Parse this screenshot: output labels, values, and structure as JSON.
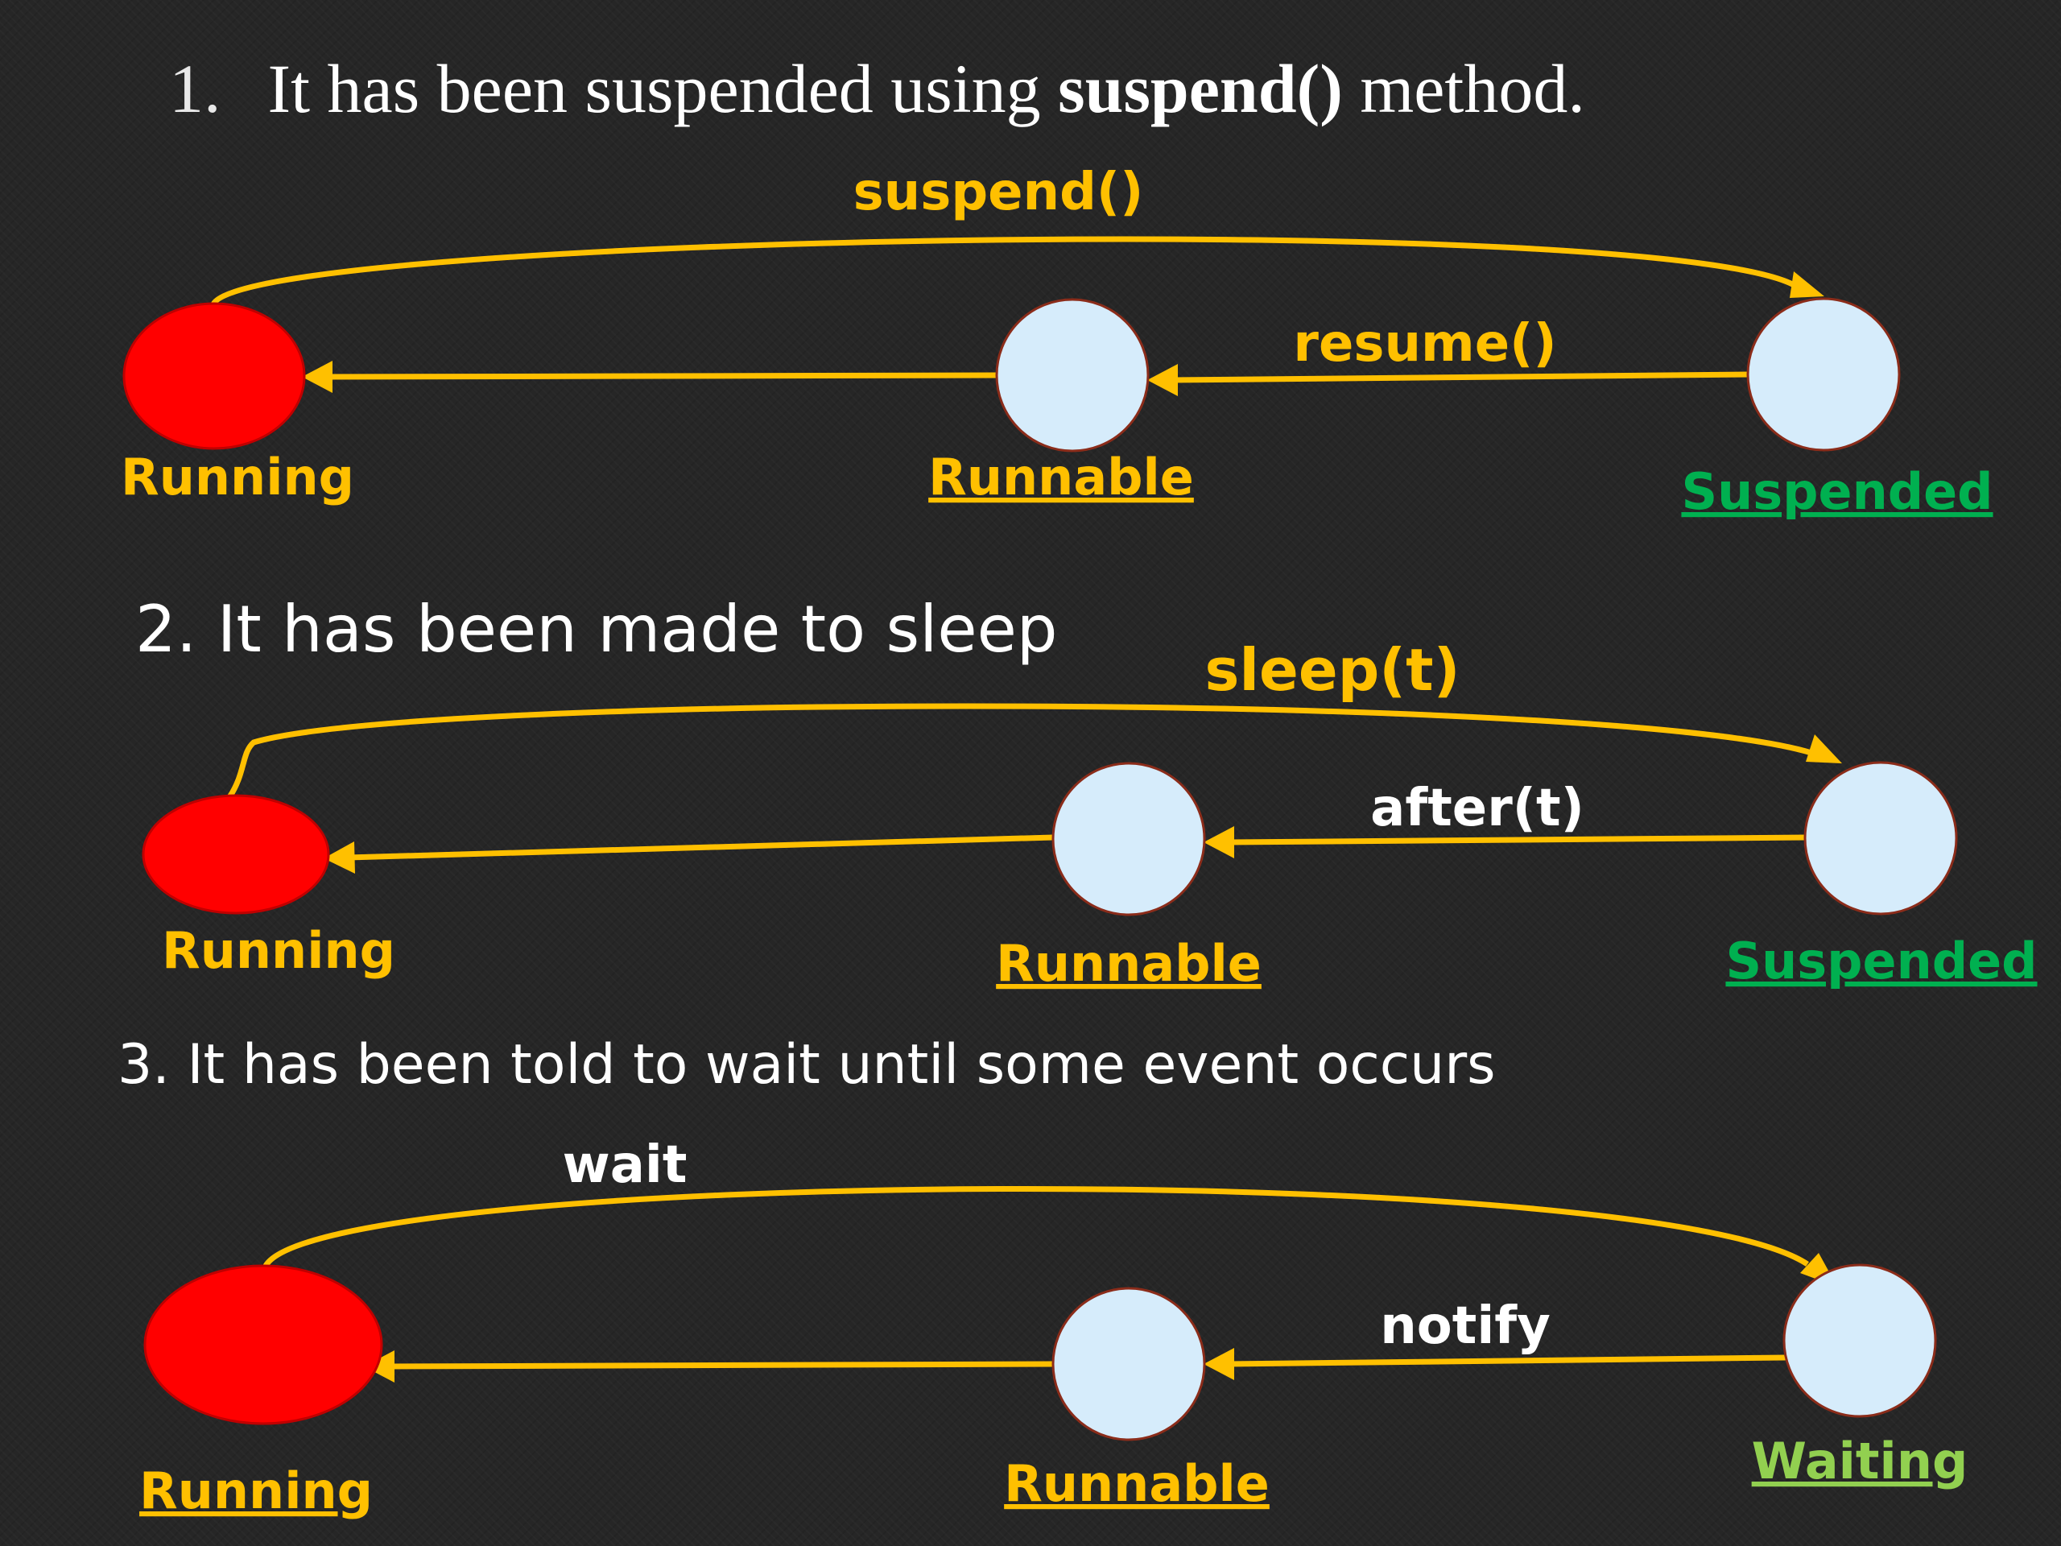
{
  "colors": {
    "background": "#262626",
    "arrow": "#ffc000",
    "running_fill": "#ff0000",
    "state_fill": "#d6ecfb",
    "label_yellow": "#ffc000",
    "label_green": "#00b050",
    "label_lightgreen": "#92d050",
    "label_white": "#ffffff"
  },
  "section1": {
    "number": "1.",
    "text_before": "It has been suspended using ",
    "text_bold": "suspend()",
    "text_after": " method.",
    "forward_label": "suspend()",
    "back_label": "resume()",
    "nodes": {
      "running": "Running",
      "runnable": "Runnable",
      "target": "Suspended"
    }
  },
  "section2": {
    "heading": "2. It has been made to sleep",
    "forward_label": "sleep(t)",
    "back_label": "after(t)",
    "nodes": {
      "running": "Running",
      "runnable": "Runnable",
      "target": "Suspended"
    }
  },
  "section3": {
    "heading": "3. It has been told to wait until some event occurs",
    "forward_label": "wait",
    "back_label": "notify",
    "nodes": {
      "running": "Running",
      "runnable": "Runnable",
      "target": "Waiting"
    }
  }
}
